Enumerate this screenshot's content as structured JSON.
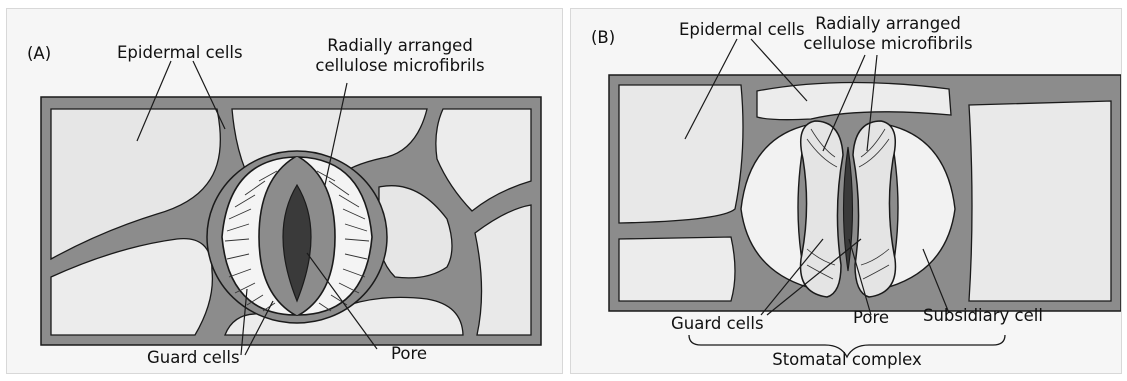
{
  "panel_a": {
    "letter": "(A)",
    "epidermal_label": "Epidermal cells",
    "microfibril_label_line1": "Radially arranged",
    "microfibril_label_line2": "cellulose microfibrils",
    "guard_label": "Guard cells",
    "pore_label": "Pore"
  },
  "panel_b": {
    "letter": "(B)",
    "epidermal_label": "Epidermal cells",
    "microfibril_label_line1": "Radially arranged",
    "microfibril_label_line2": "cellulose microfibrils",
    "guard_label": "Guard cells",
    "pore_label": "Pore",
    "subsidiary_label": "Subsidiary cell",
    "complex_label": "Stomatal complex"
  },
  "colors": {
    "cell_wall": "#8c8c8c",
    "cell_fill": "#e9e9e9",
    "guard_fill": "#f3f3f3",
    "pore": "#3a3a3a",
    "ink": "#1a1a1a"
  }
}
